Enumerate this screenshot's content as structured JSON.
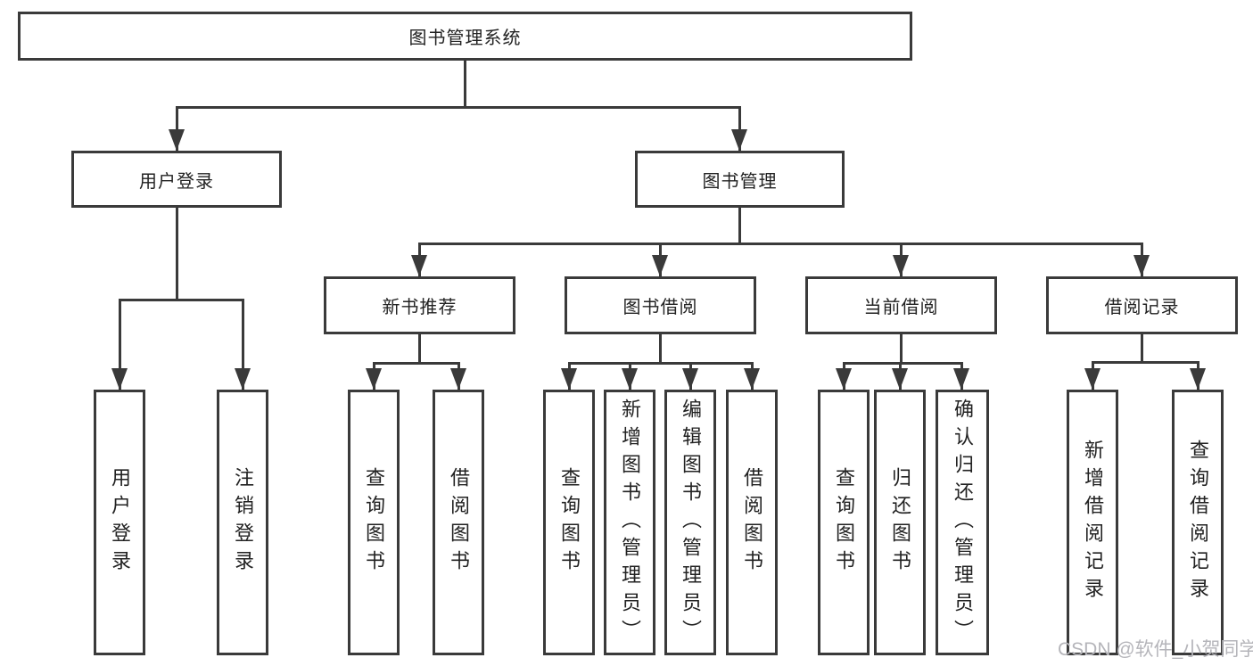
{
  "nodes": {
    "root": "图书管理系统",
    "level2": [
      "用户登录",
      "图书管理"
    ],
    "level3": [
      "新书推荐",
      "图书借阅",
      "当前借阅",
      "借阅记录"
    ],
    "leaves_user": [
      "用户登录",
      "注销登录"
    ],
    "leaves_recommend": [
      "查询图书",
      "借阅图书"
    ],
    "leaves_borrow": [
      "查询图书",
      "新增图书（管理员）",
      "编辑图书（管理员）",
      "借阅图书"
    ],
    "leaves_current": [
      "查询图书",
      "归还图书",
      "确认归还（管理员）"
    ],
    "leaves_records": [
      "新增借阅记录",
      "查询借阅记录"
    ]
  },
  "watermark": "CSDN @软件_小贺同学",
  "colors": {
    "line": "#3a3a3a",
    "text": "#222222",
    "background": "#ffffff",
    "watermark": "#b5b5ba"
  }
}
